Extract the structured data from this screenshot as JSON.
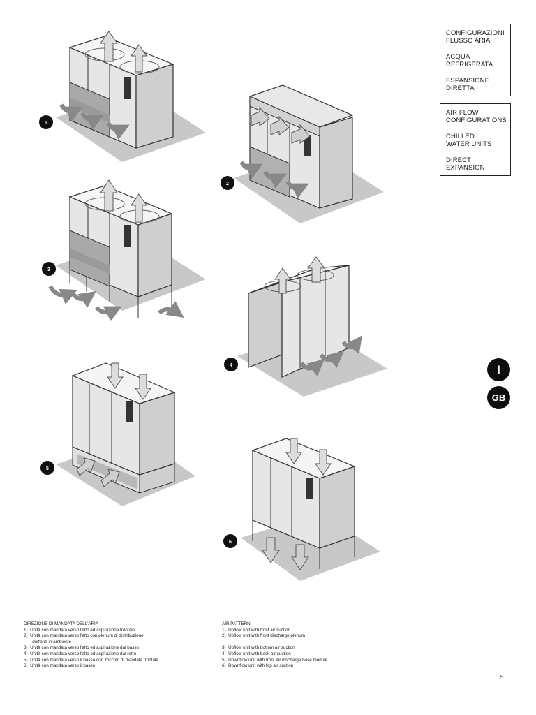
{
  "info_box_it": {
    "lines": [
      "CONFIGURAZIONI\nFLUSSO ARIA",
      "ACQUA REFRIGERATA",
      "ESPANSIONE\nDIRETTA"
    ]
  },
  "info_box_gb": {
    "lines": [
      "AIR FLOW\nCONFIGURATIONS",
      "CHILLED\nWATER UNITS",
      "DIRECT EXPANSION"
    ]
  },
  "language_badges": [
    "I",
    "GB"
  ],
  "diagram_numbers": [
    "1",
    "2",
    "3",
    "4",
    "5",
    "6"
  ],
  "legend_it": {
    "title": "DIREZIONE DI MANDATA DELL'ARIA",
    "items": [
      "1)  Unità con mandata verso l'alto ed aspirazione frontale",
      "2)  Unità con mandata verso l'alto con plenum di distribuzione",
      "       dell'aria in ambiente",
      "3)  Unità con mandata verso l'alto ed aspirazione dal basso",
      "4)  Unità con mandata verso l'alto ed aspirazione dal retro",
      "5)  Unità con mandata verso il basso con zoccolo di mandata frontale",
      "6)  Unità con mandata verso il basso"
    ]
  },
  "legend_gb": {
    "title": "AIR PATTERN",
    "items_a": [
      "1)  Upflow unit with front air suction",
      "2)  Upflow unit with front discharge plenum"
    ],
    "items_b": [
      "3)  Upflow unit with bottom air suction",
      "4)  Upflow unit with back air suction",
      "5)  Downflow unit with front air discharge base module",
      "6)  Downflow unit with top air suction"
    ]
  },
  "page_number": "5"
}
